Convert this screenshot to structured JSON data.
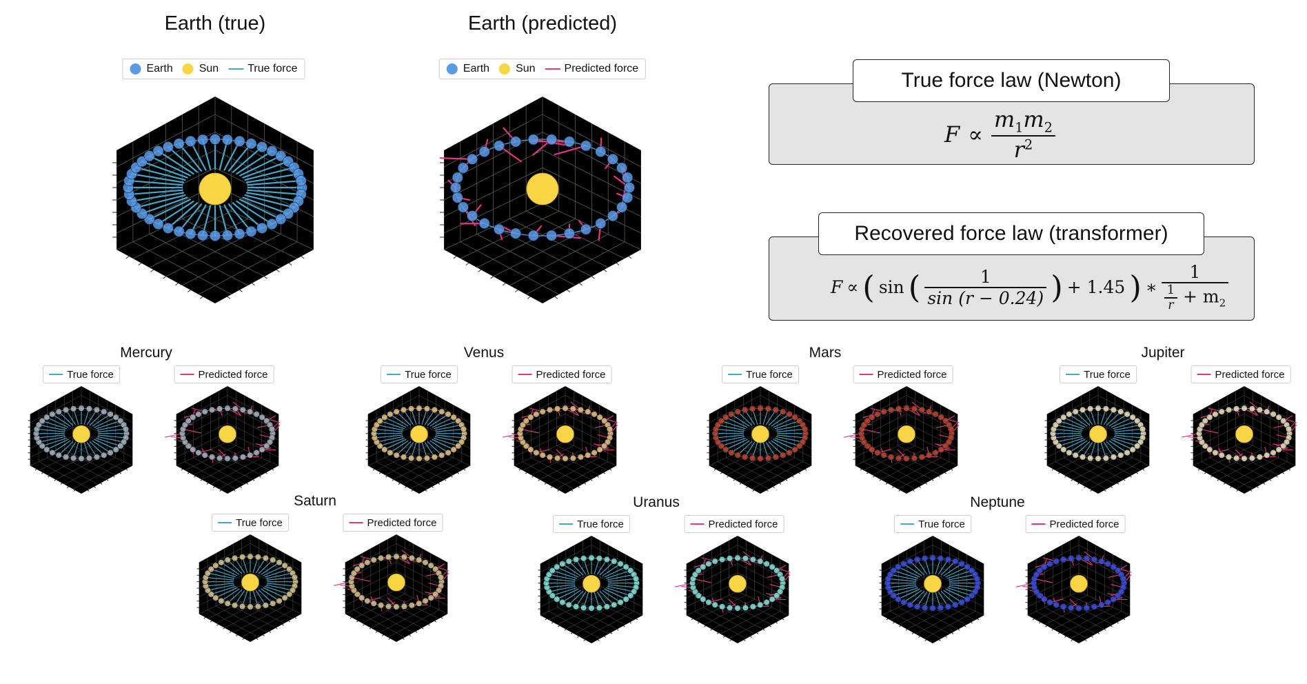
{
  "colors": {
    "earth": "#5b9be6",
    "sun": "#f8d544",
    "true_force": "#45a7c9",
    "predicted_force": "#e8347f",
    "axes_bg": "#000000",
    "grid": "#5a5a5a",
    "law_box_bg": "#e4e4e4"
  },
  "large_panels": [
    {
      "title": "Earth (true)",
      "legend": [
        {
          "label": "Earth",
          "marker": "dot",
          "color": "#5b9be6"
        },
        {
          "label": "Sun",
          "marker": "dot",
          "color": "#f8d544"
        },
        {
          "label": "True force",
          "marker": "line",
          "color": "#45a7c9"
        }
      ],
      "mode": "true",
      "planet_color": "#5b9be6"
    },
    {
      "title": "Earth (predicted)",
      "legend": [
        {
          "label": "Earth",
          "marker": "dot",
          "color": "#5b9be6"
        },
        {
          "label": "Sun",
          "marker": "dot",
          "color": "#f8d544"
        },
        {
          "label": "Predicted force",
          "marker": "line",
          "color": "#e8347f"
        }
      ],
      "mode": "predicted",
      "planet_color": "#5b9be6"
    }
  ],
  "force_laws": {
    "true": {
      "header": "True force law (Newton)",
      "formula": {
        "lhs": "F",
        "prop": "∝",
        "num_a": "m",
        "num_a_sub": "1",
        "num_b": "m",
        "num_b_sub": "2",
        "den": "r",
        "den_sup": "2"
      }
    },
    "recovered": {
      "header": "Recovered force law (transformer)",
      "formula": {
        "lhs": "F",
        "prop": "∝",
        "sin": "sin",
        "one": "1",
        "inner": "sin (r − 0.24)",
        "plus_const": "+ 1.45",
        "times": "∗",
        "den_frac_num": "1",
        "den_frac_den": "r",
        "den_plus": "+ m",
        "den_sub": "2"
      }
    }
  },
  "small_panels": [
    {
      "planet": "Mercury",
      "true_label": "True force",
      "pred_label": "Predicted force",
      "color": "#a9b4b9"
    },
    {
      "planet": "Venus",
      "true_label": "True force",
      "pred_label": "Predicted force",
      "color": "#e7c27e"
    },
    {
      "planet": "Mars",
      "true_label": "True force",
      "pred_label": "Predicted force",
      "color": "#c0452a"
    },
    {
      "planet": "Jupiter",
      "true_label": "True force",
      "pred_label": "Predicted force",
      "color": "#efe1b8"
    },
    {
      "planet": "Saturn",
      "true_label": "True force",
      "pred_label": "Predicted force",
      "color": "#d8c38a"
    },
    {
      "planet": "Uranus",
      "true_label": "True force",
      "pred_label": "Predicted force",
      "color": "#86e3d3"
    },
    {
      "planet": "Neptune",
      "true_label": "True force",
      "pred_label": "Predicted force",
      "color": "#3c4fe0"
    }
  ]
}
